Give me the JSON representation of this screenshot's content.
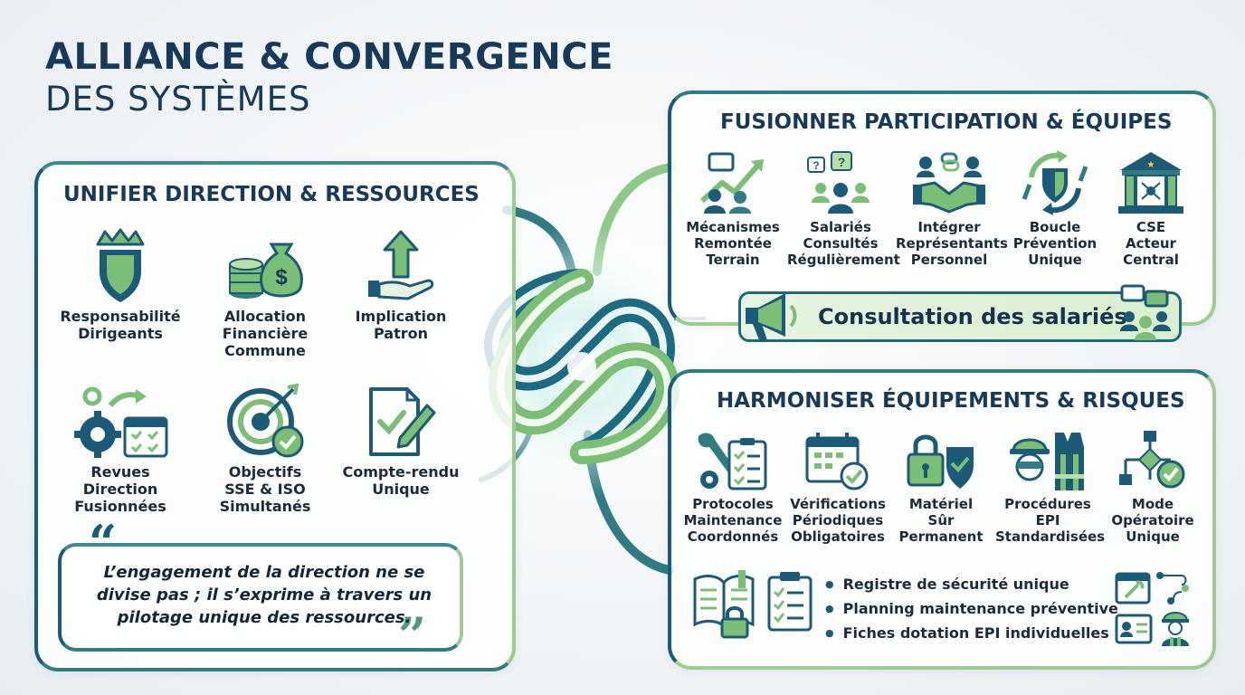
{
  "title": {
    "line1": "ALLIANCE & CONVERGENCE",
    "line2": "DES SYSTÈMES"
  },
  "left_panel": {
    "title": "UNIFIER DIRECTION & RESSOURCES",
    "items": [
      {
        "label": "Responsabilité\nDirigeants",
        "icon": "crown-shield-icon"
      },
      {
        "label": "Allocation\nFinancière\nCommune",
        "icon": "money-bag-icon"
      },
      {
        "label": "Implication\nPatron",
        "icon": "hand-arrow-up-icon"
      },
      {
        "label": "Revues Direction\nFusionnées",
        "icon": "gear-calendar-icon"
      },
      {
        "label": "Objectifs\nSSE & ISO\nSimultanés",
        "icon": "target-icon"
      },
      {
        "label": "Compte-rendu\nUnique",
        "icon": "document-pen-icon"
      }
    ],
    "quote": "L’engagement de la direction ne se divise pas ; il s’exprime à travers un pilotage unique des ressources."
  },
  "top_right_panel": {
    "title": "FUSIONNER PARTICIPATION & ÉQUIPES",
    "items": [
      {
        "label": "Mécanismes\nRemontée\nTerrain",
        "icon": "growth-chart-people-icon"
      },
      {
        "label": "Salariés\nConsultés\nRégulièrement",
        "icon": "group-questions-icon"
      },
      {
        "label": "Intégrer\nReprésentants\nPersonnel",
        "icon": "handshake-icon"
      },
      {
        "label": "Boucle\nPrévention\nUnique",
        "icon": "cycle-shield-icon"
      },
      {
        "label": "CSE\nActeur\nCentral",
        "icon": "institution-icon"
      }
    ],
    "banner": "Consultation des salariés"
  },
  "bottom_right_panel": {
    "title": "HARMONISER ÉQUIPEMENTS & RISQUES",
    "items": [
      {
        "label": "Protocoles\nMaintenance\nCoordonnés",
        "icon": "tools-checklist-icon"
      },
      {
        "label": "Vérifications\nPériodiques\nObligatoires",
        "icon": "calendar-check-icon"
      },
      {
        "label": "Matériel\nSûr\nPermanent",
        "icon": "lock-shield-icon"
      },
      {
        "label": "Procédures\nEPI\nStandardisées",
        "icon": "helmet-vest-icon"
      },
      {
        "label": "Mode\nOpératoire\nUnique",
        "icon": "flowchart-icon"
      }
    ],
    "bullets": [
      "Registre de sécurité unique",
      "Planning maintenance préventive",
      "Fiches dotation EPI individuelles"
    ]
  },
  "colors": {
    "navy": "#173a5a",
    "teal": "#1c5b78",
    "green": "#7bbf77",
    "light_green": "#b9dfa9"
  }
}
